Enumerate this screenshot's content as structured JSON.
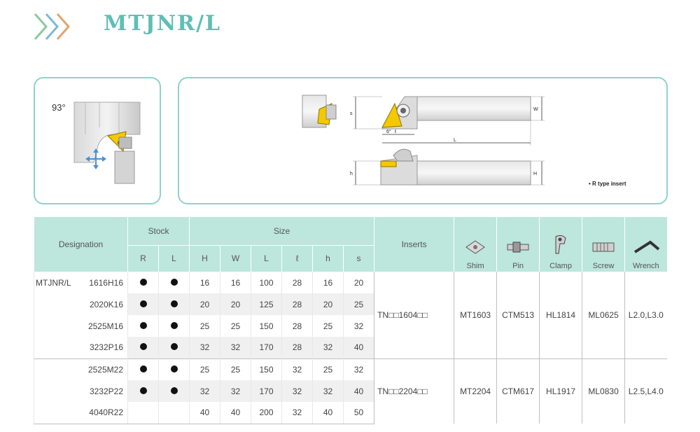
{
  "header": {
    "title": "MTJNR/L",
    "logo_icon": "triple-chevron-logo-icon",
    "colors": {
      "accent": "#5fbfb5",
      "header_bg": "#bde6dd",
      "insert_yellow": "#f5c800"
    }
  },
  "diagram": {
    "angle_label": "93°",
    "dims": {
      "s": "s",
      "w": "W",
      "l": "L",
      "ell": "ℓ",
      "h": "h",
      "H": "H",
      "angle": "6°"
    },
    "note": "• R type insert"
  },
  "table": {
    "col_designation": "Designation",
    "group_stock": "Stock",
    "group_size": "Size",
    "stock_cols": [
      "R",
      "L"
    ],
    "size_cols": [
      "H",
      "W",
      "L",
      "ℓ",
      "h",
      "s"
    ],
    "col_inserts": "Inserts",
    "accessories": [
      {
        "label": "Shim",
        "icon": "shim-icon"
      },
      {
        "label": "Pin",
        "icon": "pin-icon"
      },
      {
        "label": "Clamp",
        "icon": "clamp-icon"
      },
      {
        "label": "Screw",
        "icon": "screw-icon"
      },
      {
        "label": "Wrench",
        "icon": "wrench-icon"
      }
    ],
    "prefix": "MTJNR/L",
    "rows": [
      {
        "code": "1616H16",
        "r": true,
        "l": true,
        "size": [
          "16",
          "16",
          "100",
          "28",
          "16",
          "20"
        ]
      },
      {
        "code": "2020K16",
        "r": true,
        "l": true,
        "size": [
          "20",
          "20",
          "125",
          "28",
          "20",
          "25"
        ]
      },
      {
        "code": "2525M16",
        "r": true,
        "l": true,
        "size": [
          "25",
          "25",
          "150",
          "28",
          "25",
          "32"
        ]
      },
      {
        "code": "3232P16",
        "r": true,
        "l": true,
        "size": [
          "32",
          "32",
          "170",
          "28",
          "32",
          "40"
        ]
      },
      {
        "code": "2525M22",
        "r": true,
        "l": true,
        "size": [
          "25",
          "25",
          "150",
          "32",
          "25",
          "32"
        ]
      },
      {
        "code": "3232P22",
        "r": true,
        "l": true,
        "size": [
          "32",
          "32",
          "170",
          "32",
          "32",
          "40"
        ]
      },
      {
        "code": "4040R22",
        "r": false,
        "l": false,
        "size": [
          "40",
          "40",
          "200",
          "32",
          "40",
          "50"
        ]
      }
    ],
    "groups": [
      {
        "insert": "TN□□1604□□",
        "shim": "MT1603",
        "pin": "CTM513",
        "clamp": "HL1814",
        "screw": "ML0625",
        "wrench": "L2.0,L3.0"
      },
      {
        "insert": "TN□□2204□□",
        "shim": "MT2204",
        "pin": "CTM617",
        "clamp": "HL1917",
        "screw": "ML0830",
        "wrench": "L2.5,L4.0"
      }
    ]
  }
}
